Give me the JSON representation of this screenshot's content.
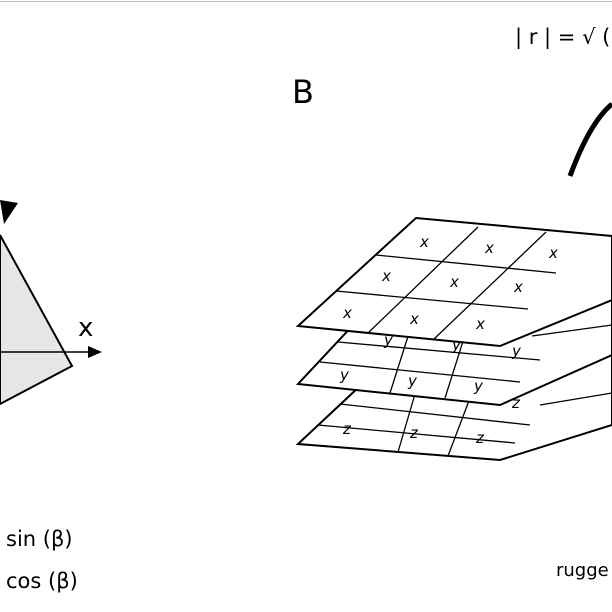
{
  "formula_top": "| r | = √ (Σ",
  "panel_b_label": "B",
  "axis_label_x": "x",
  "eq_sin": "sin (β)",
  "eq_cos": "cos (β)",
  "bottom_right_word": "rugge",
  "layer_x_letter": "x",
  "layer_y_letter": "y",
  "layer_z_letter": "z"
}
